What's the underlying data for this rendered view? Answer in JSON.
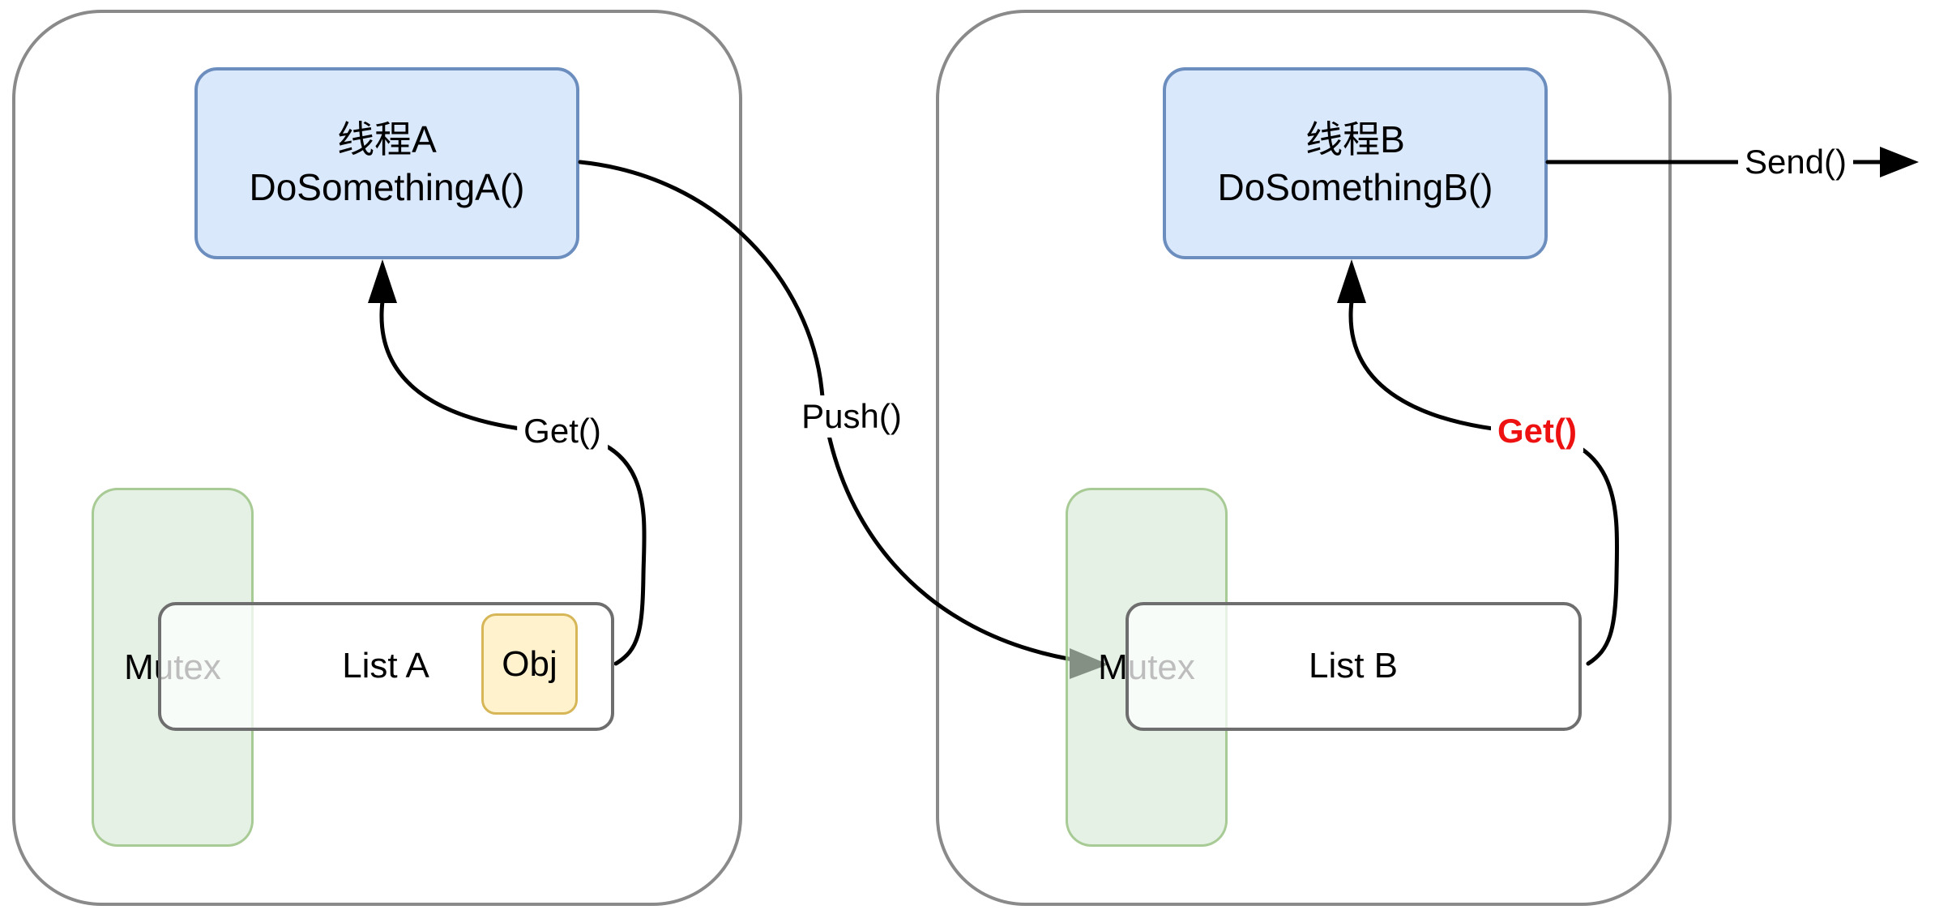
{
  "threads": {
    "a": {
      "title_line1": "线程A",
      "title_line2": "DoSomethingA()"
    },
    "b": {
      "title_line1": "线程B",
      "title_line2": "DoSomethingB()"
    }
  },
  "storage": {
    "mutex_a_label": "Mutex",
    "list_a_label": "List A",
    "obj_label": "Obj",
    "mutex_b_label": "Mutex",
    "list_b_label": "List B"
  },
  "edges": {
    "get_a_label": "Get()",
    "push_label": "Push()",
    "get_b_label": "Get()",
    "send_label": "Send()"
  },
  "colors": {
    "thread_fill": "#dae8fc",
    "thread_border": "#6c8ebf",
    "mutex_fill": "#d5e8d4",
    "mutex_border": "#82b366",
    "obj_fill": "#fff2cc",
    "obj_border": "#d6b656",
    "container_border": "#8a8a8a",
    "list_border": "#6e6e6e",
    "edge_color": "#000000",
    "get_b_label_color": "#ee1111"
  }
}
